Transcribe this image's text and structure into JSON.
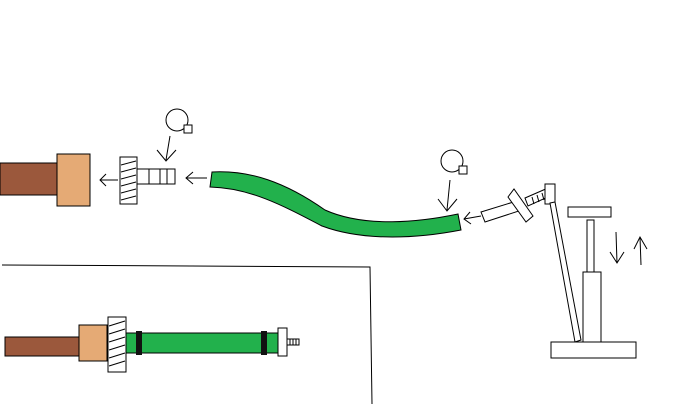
{
  "diagram": {
    "colors": {
      "background": "#ffffff",
      "line": "#000000",
      "pipe_brown": "#9b583c",
      "fitting_tan": "#e5aa75",
      "hose_green": "#22b14c",
      "clamp_black": "#111111"
    },
    "components": {
      "pipe": "pipe",
      "pipe_fitting": "pipe-fitting",
      "threaded_adapter": "threaded-adapter",
      "hose": "hose",
      "hose_clamp": "hose-clamp",
      "pump_valve_adapter": "pump-valve-adapter",
      "bicycle_pump": "bicycle-pump"
    },
    "icons": {
      "clamp_symbol": "hose-clamp-icon",
      "flow_arrow": "arrow-left-icon",
      "down_arrow": "arrow-down-icon",
      "up_arrow": "arrow-up-icon"
    }
  }
}
